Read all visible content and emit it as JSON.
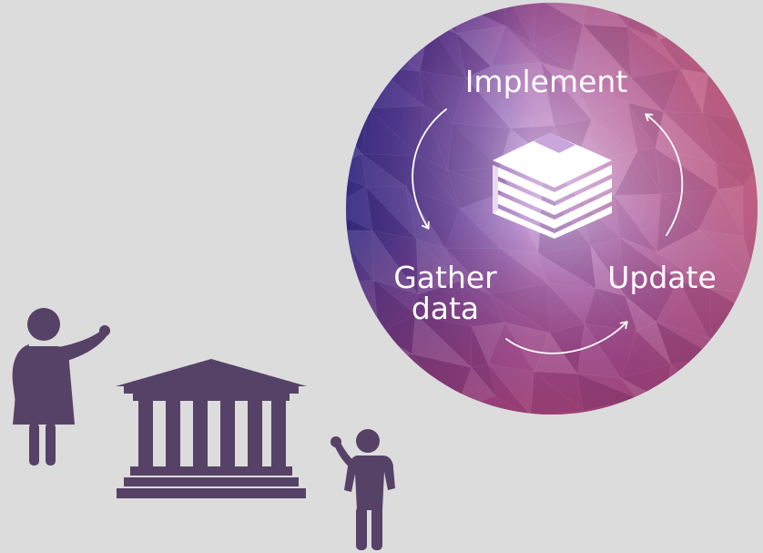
{
  "diagram": {
    "cycle": {
      "steps": {
        "implement": "Implement",
        "update": "Update",
        "gather_line1": "Gather",
        "gather_line2": "data"
      },
      "center_icon": "stacked-documents-icon"
    },
    "illustration": {
      "icons": [
        "woman-pointing-icon",
        "government-building-icon",
        "man-waving-icon"
      ]
    },
    "colors": {
      "background": "#dcdcdc",
      "silhouette": "#564266",
      "circle_deep_blue": "#2f2a7e",
      "circle_purple": "#7a4a9e",
      "circle_lilac": "#c9a6dc",
      "circle_rose": "#c24f7e",
      "circle_coral": "#d8607a",
      "text": "#ffffff"
    }
  }
}
